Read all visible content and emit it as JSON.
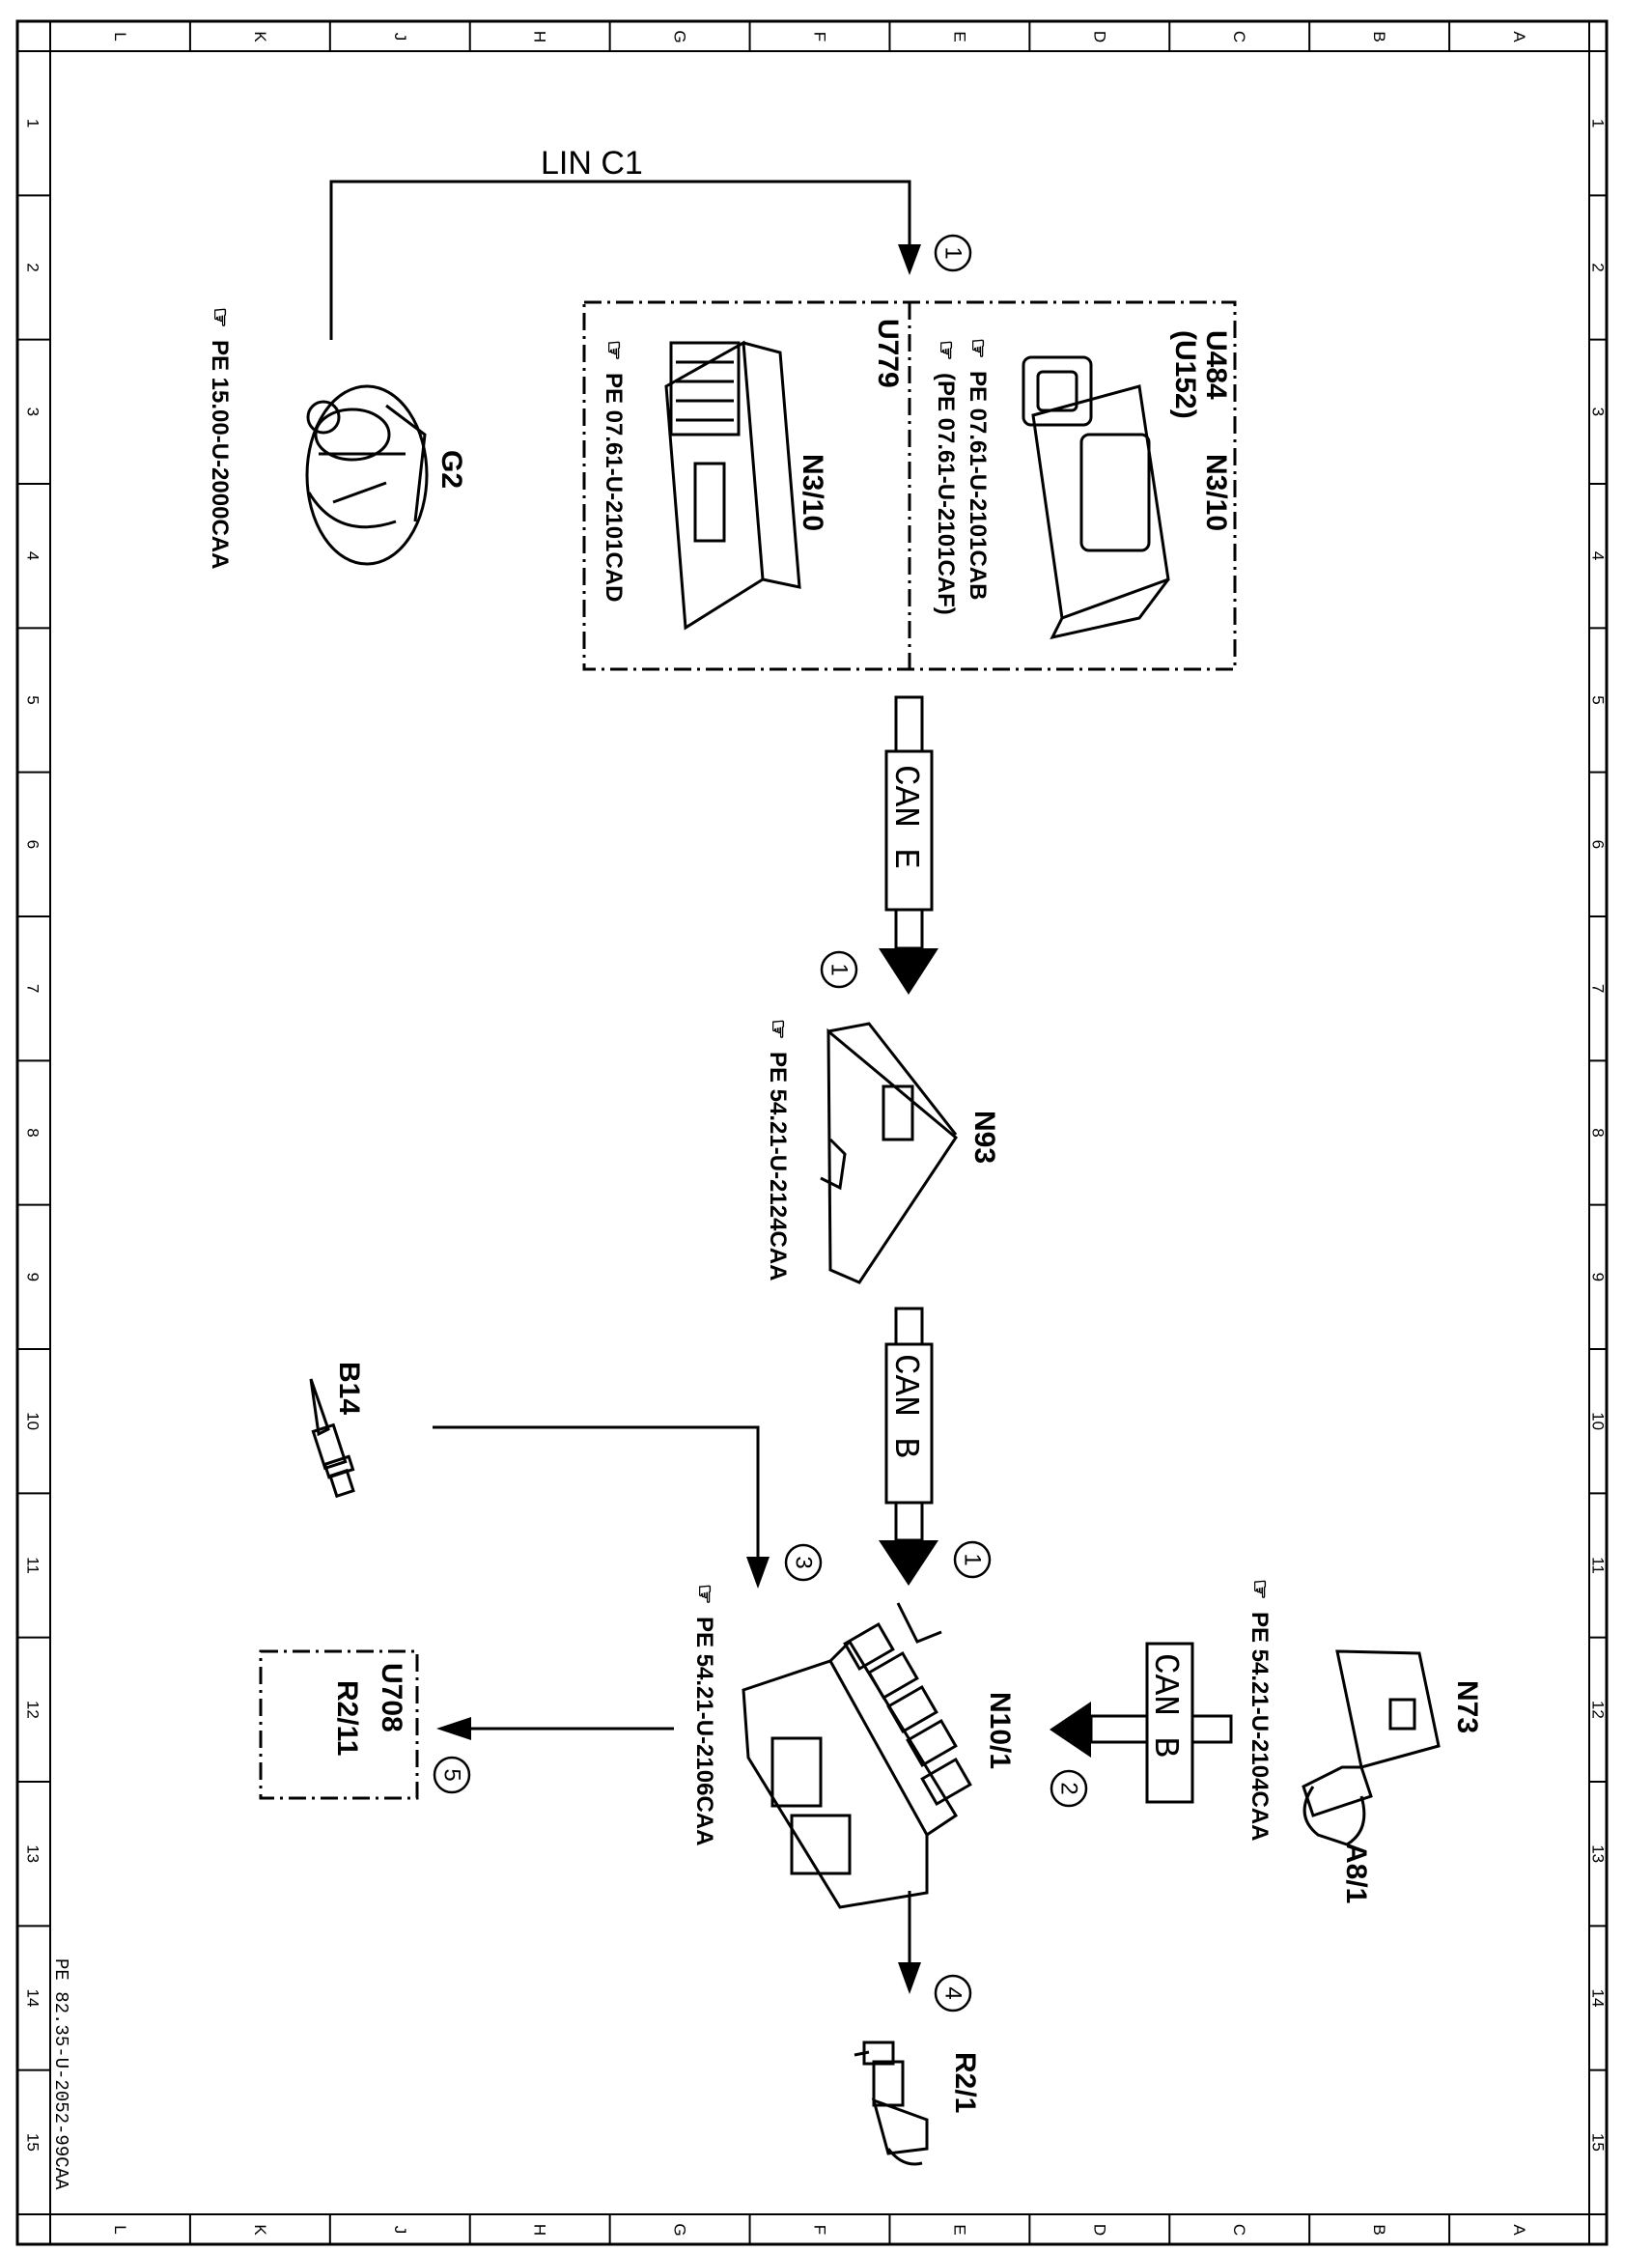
{
  "frame": {
    "column_letters": [
      "L",
      "K",
      "J",
      "H",
      "G",
      "F",
      "E",
      "D",
      "C",
      "B",
      "A"
    ],
    "row_numbers": [
      "1",
      "2",
      "3",
      "4",
      "5",
      "6",
      "7",
      "8",
      "9",
      "10",
      "11",
      "12",
      "13",
      "14",
      "15"
    ],
    "drawing_id": "PE 82.35-U-2052-99CAA"
  },
  "buses": {
    "lin_c1": "LIN C1",
    "can_e": "CAN E",
    "can_b_main": "CAN B",
    "can_b_side": "CAN B"
  },
  "markers": {
    "m1_top": "1",
    "m1_can_e": "1",
    "m1_can_b": "1",
    "m2": "2",
    "m3": "3",
    "m4": "4",
    "m5": "5"
  },
  "components": {
    "g2": {
      "name": "G2",
      "ref": "PE 15.00-U-2000CAA"
    },
    "n3_10_a": {
      "name": "N3/10",
      "variant": "U484",
      "variant2": "(U152)",
      "ref": "PE 07.61-U-2101CAB",
      "ref2": "(PE 07.61-U-2101CAF)"
    },
    "n3_10_b": {
      "name": "N3/10",
      "variant": "U779",
      "ref": "PE 07.61-U-2101CAD"
    },
    "n93": {
      "name": "N93",
      "ref": "PE 54.21-U-2124CAA"
    },
    "b14": {
      "name": "B14"
    },
    "n10_1": {
      "name": "N10/1",
      "ref": "PE 54.21-U-2106CAA"
    },
    "n73": {
      "name": "N73",
      "name2": "A8/1",
      "ref": "PE 54.21-U-2104CAA"
    },
    "r2_11": {
      "name": "R2/11",
      "variant": "U708"
    },
    "r2_1": {
      "name": "R2/1"
    }
  },
  "colors": {
    "line": "#000000",
    "bus_fill": "#ffffff",
    "arrow_fill": "#000000"
  }
}
